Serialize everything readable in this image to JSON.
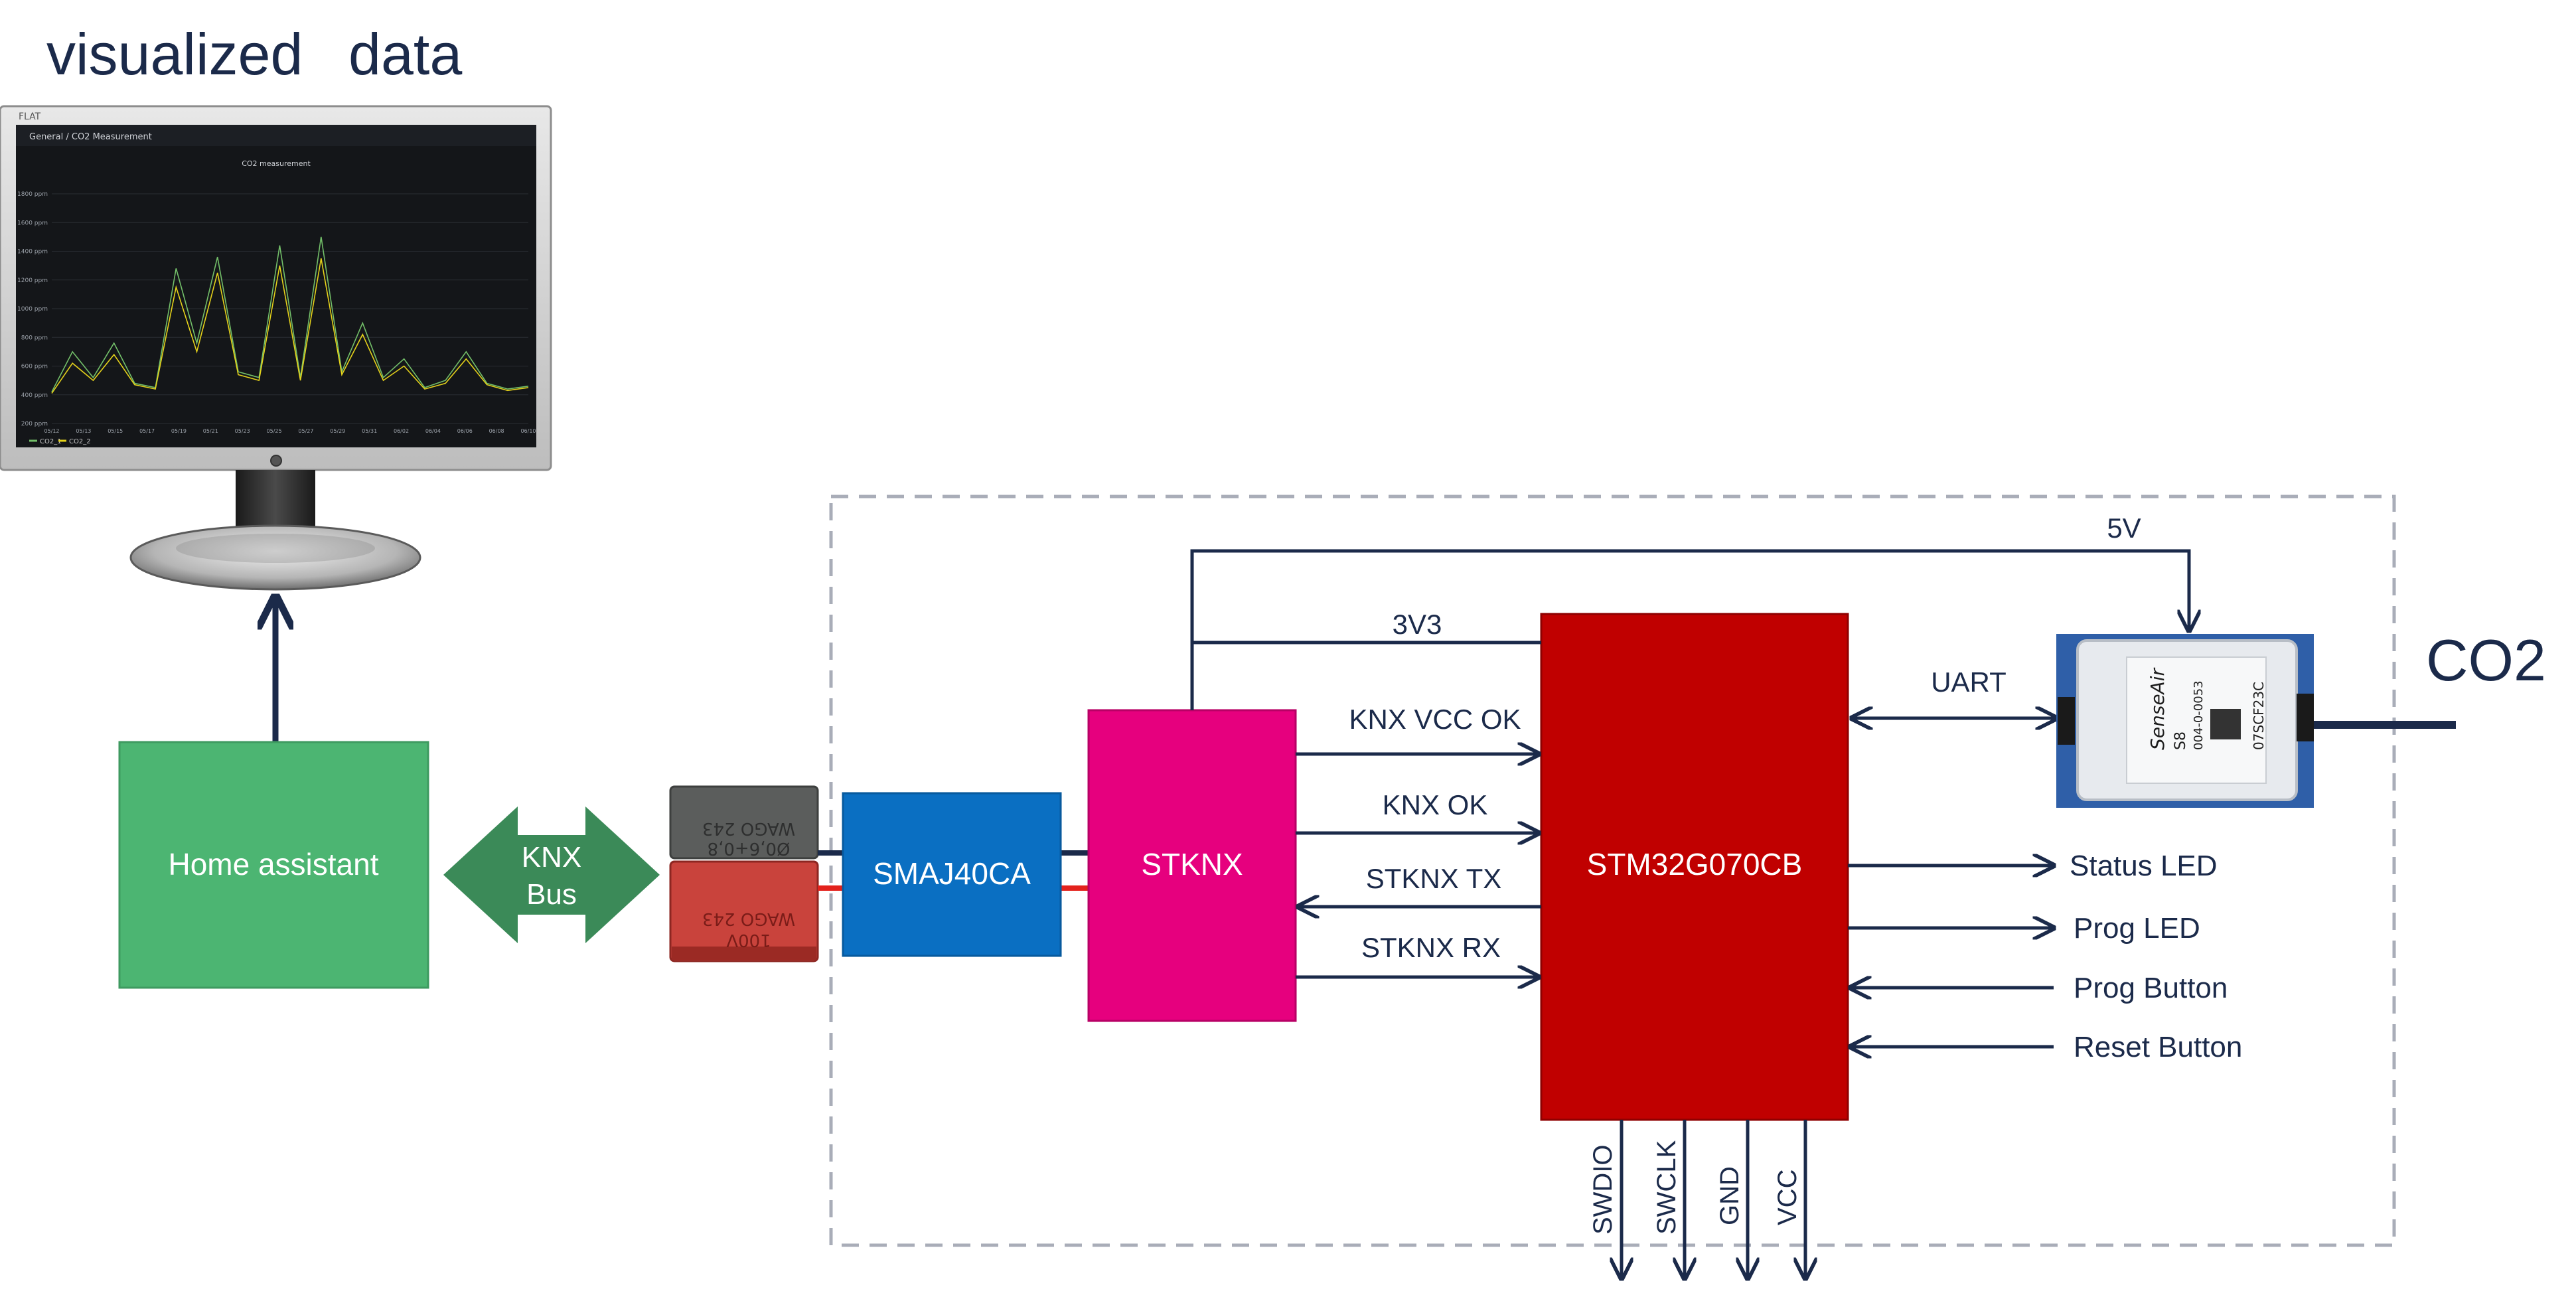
{
  "diagram": {
    "heading_line1": "visualized",
    "heading_line2": "data",
    "co2_label": "CO2",
    "home_assistant": "Home assistant",
    "knx_bus_line1": "KNX",
    "knx_bus_line2": "Bus",
    "smaj": "SMAJ40CA",
    "stknx": "STKNX",
    "mcu": "STM32G070CB",
    "signals": {
      "v5": "5V",
      "v3v3": "3V3",
      "knx_vcc_ok": "KNX VCC OK",
      "knx_ok": "KNX OK",
      "stknx_tx": "STKNX TX",
      "stknx_rx": "STKNX RX",
      "uart": "UART",
      "status_led": "Status LED",
      "prog_led": "Prog LED",
      "prog_button": "Prog Button",
      "reset_button": "Reset Button",
      "swdio": "SWDIO",
      "swclk": "SWCLK",
      "gnd": "GND",
      "vcc": "VCC"
    }
  },
  "monitor": {
    "brand": "FLAT",
    "breadcrumb": "General / CO2 Measurement",
    "chart_title": "CO2 measurement",
    "legend": [
      "CO2_1",
      "CO2_2"
    ]
  },
  "connector": {
    "top_text_1": "WAGO 243",
    "top_text_2": "Ø0,6+0,8",
    "top_text_3": "100V"
  },
  "sensor": {
    "brand": "SenseAir",
    "model": "S8",
    "part": "004-0-0053",
    "serial": "07SCF23C"
  },
  "colors": {
    "navy": "#1b2a4a",
    "home_green": "#4cb572",
    "bus_green": "#3b8a58",
    "smaj_blue": "#0a6fc2",
    "stknx_magenta": "#e6007e",
    "mcu_red": "#c00000",
    "dash_gray": "#a9adb8"
  },
  "chart_data": {
    "type": "line",
    "title": "CO2 measurement",
    "xlabel": "",
    "ylabel": "",
    "x": [
      "05/12",
      "05/13",
      "05/15",
      "05/17",
      "05/19",
      "05/21",
      "05/23",
      "05/25",
      "05/27",
      "05/29",
      "05/31",
      "06/02",
      "06/04",
      "06/06",
      "06/08",
      "06/10"
    ],
    "ylim": [
      200,
      1800
    ],
    "yticks": [
      "200 ppm",
      "400 ppm",
      "600 ppm",
      "800 ppm",
      "1000 ppm",
      "1200 ppm",
      "1400 ppm",
      "1600 ppm",
      "1800 ppm"
    ],
    "series": [
      {
        "name": "CO2_1",
        "values": [
          420,
          700,
          520,
          760,
          480,
          450,
          1280,
          760,
          1360,
          560,
          520,
          1440,
          520,
          1500,
          560,
          900,
          520,
          650,
          450,
          500,
          700,
          480,
          440,
          460
        ]
      },
      {
        "name": "CO2_2",
        "values": [
          410,
          620,
          500,
          680,
          470,
          440,
          1150,
          700,
          1250,
          540,
          500,
          1300,
          500,
          1350,
          540,
          820,
          500,
          600,
          440,
          480,
          650,
          470,
          430,
          450
        ]
      }
    ],
    "legend": "bottom-left"
  }
}
